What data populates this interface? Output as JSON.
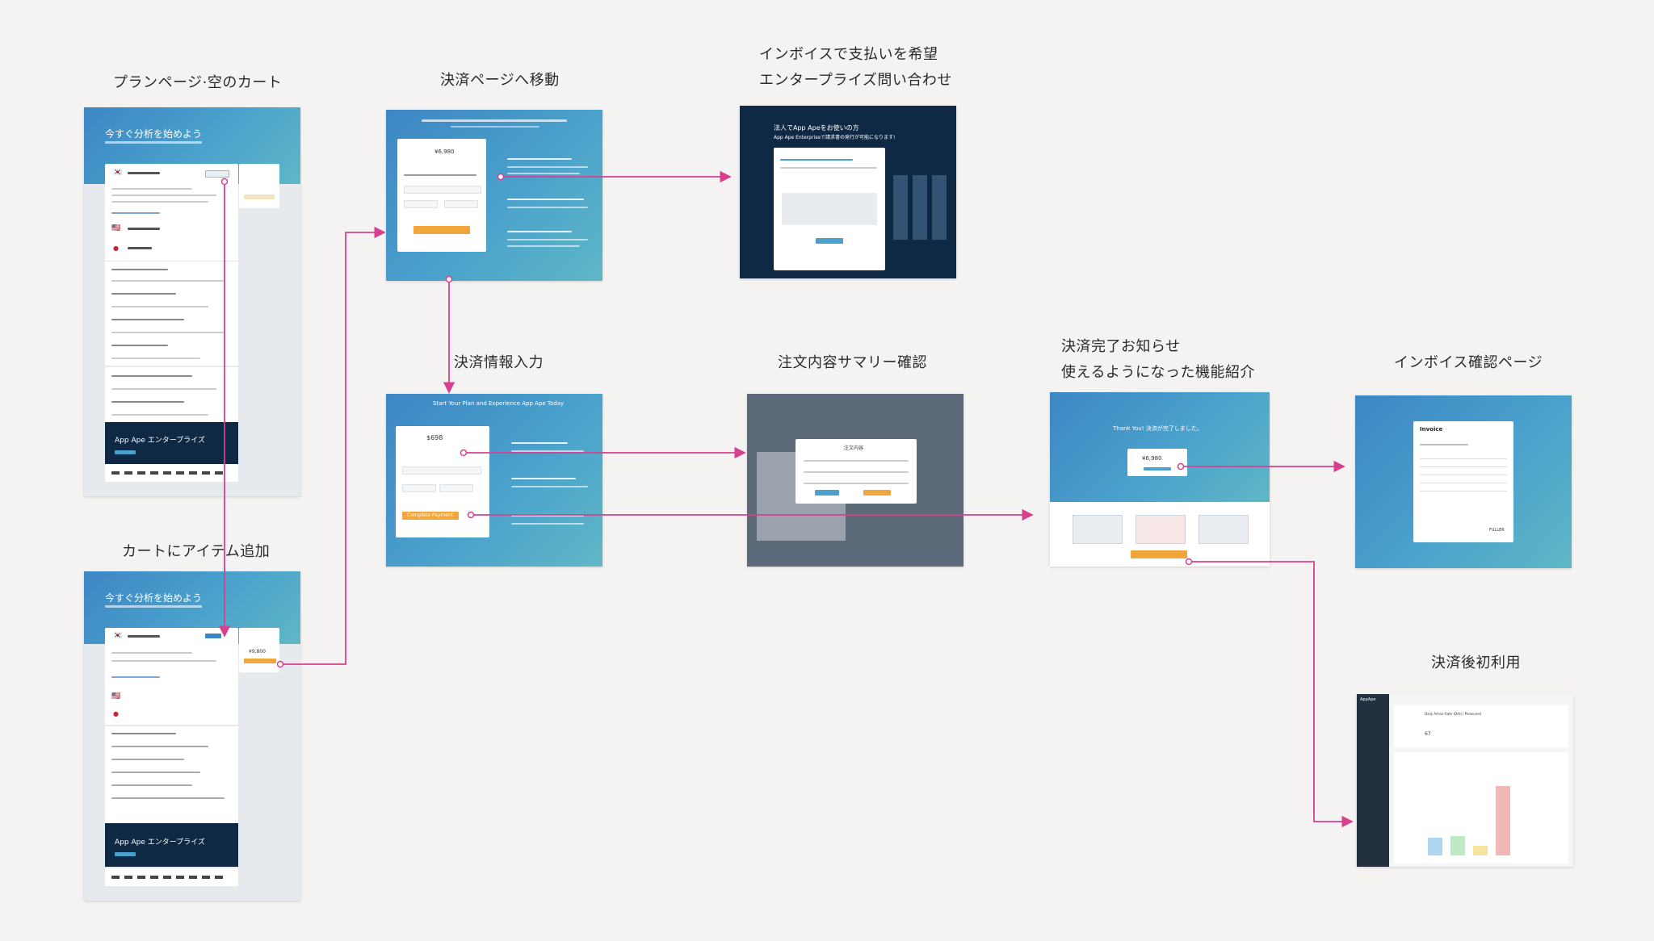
{
  "steps": {
    "plan_empty_cart": "プランページ·空のカート",
    "add_to_cart": "カートにアイテム追加",
    "go_checkout": "決済ページへ移動",
    "enter_payment": "決済情報入力",
    "invoice_request_line1": "インボイスで支払いを希望",
    "invoice_request_line2": "エンタープライズ問い合わせ",
    "order_summary": "注文内容サマリー確認",
    "payment_done_line1": "決済完了お知らせ",
    "payment_done_line2": "使えるようになった機能紹介",
    "invoice_page": "インボイス確認ページ",
    "first_use": "決済後初利用"
  },
  "plan_page": {
    "hero_title": "今すぐ分析を始めよう",
    "enterprise_title": "App Ape エンタープライズ"
  },
  "cart_page": {
    "hero_title": "今すぐ分析を始めよう",
    "enterprise_title": "App Ape エンタープライズ",
    "cart_total": "¥9,800"
  },
  "checkout_page": {
    "price": "¥6,980"
  },
  "payment_page": {
    "heading": "Start Your Plan and Experience App Ape Today",
    "price": "$698",
    "complete_button": "Complete Payment"
  },
  "enterprise_page": {
    "heading_line1": "法人でApp Apeをお使いの方",
    "heading_line2": "App Ape Enterpriseで請求書の発行が可能になります!"
  },
  "summary_page": {
    "modal_title": "注文内容"
  },
  "done_page": {
    "heading": "Thank You! 決済が完了しました。",
    "price": "¥6,980"
  },
  "invoice_page": {
    "title": "Invoice",
    "brand": "FULLER"
  },
  "dashboard_page": {
    "brand": "AppApe",
    "chart_title": "Daily Active Rate (DAU / Pleasures)",
    "value": "67"
  },
  "colors": {
    "background": "#f4f3f1",
    "arrow": "#d6418f",
    "gradient_start": "#3d86c4",
    "gradient_end": "#5fb7c6",
    "navy": "#0f2945",
    "orange_button": "#f0a63a"
  }
}
